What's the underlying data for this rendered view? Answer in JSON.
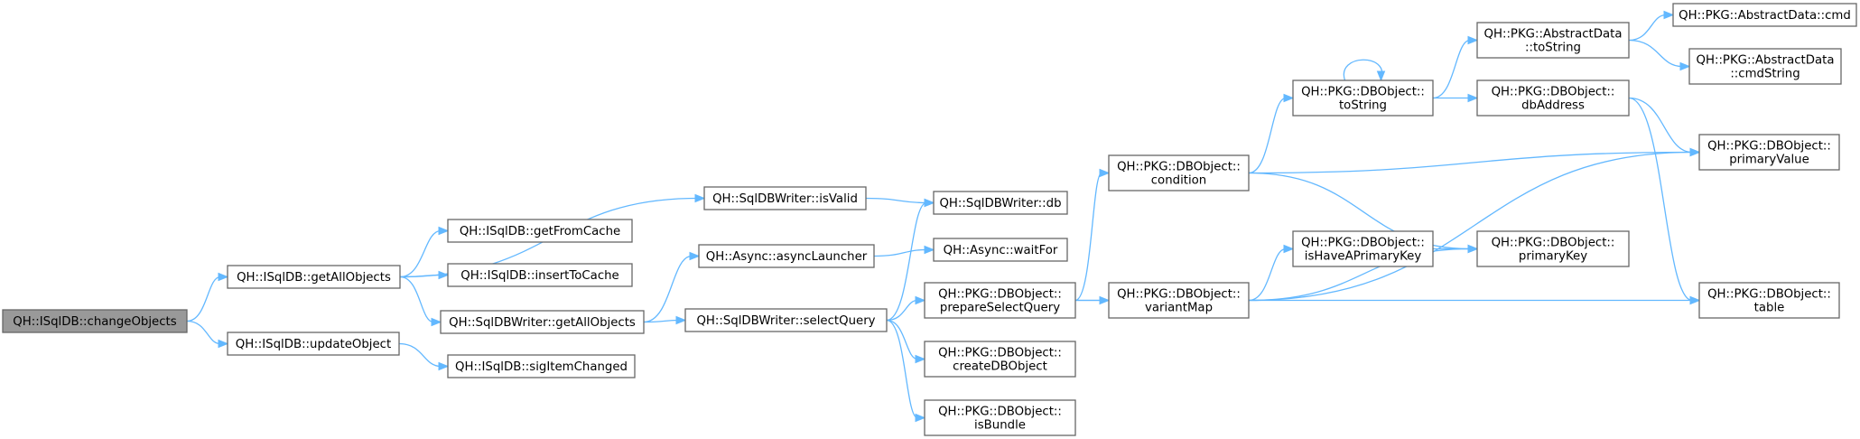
{
  "diagram": {
    "type": "call-graph",
    "colors": {
      "edge": "#63b8ff",
      "node_border": "#666666",
      "root_fill": "#999999",
      "node_fill": "#ffffff"
    },
    "nodes": [
      {
        "id": "changeObjects",
        "lines": [
          "QH::ISqlDB::changeObjects"
        ],
        "root": true
      },
      {
        "id": "getAllObjectsDB",
        "lines": [
          "QH::ISqlDB::getAllObjects"
        ]
      },
      {
        "id": "updateObject",
        "lines": [
          "QH::ISqlDB::updateObject"
        ]
      },
      {
        "id": "isValid",
        "lines": [
          "QH::SqlDBWriter::isValid"
        ]
      },
      {
        "id": "getFromCache",
        "lines": [
          "QH::ISqlDB::getFromCache"
        ]
      },
      {
        "id": "insertToCache",
        "lines": [
          "QH::ISqlDB::insertToCache"
        ]
      },
      {
        "id": "getAllObjectsWriter",
        "lines": [
          "QH::SqlDBWriter::getAllObjects"
        ]
      },
      {
        "id": "sigItemChanged",
        "lines": [
          "QH::ISqlDB::sigItemChanged"
        ]
      },
      {
        "id": "db",
        "lines": [
          "QH::SqlDBWriter::db"
        ]
      },
      {
        "id": "asyncLauncher",
        "lines": [
          "QH::Async::asyncLauncher"
        ]
      },
      {
        "id": "selectQuery",
        "lines": [
          "QH::SqlDBWriter::selectQuery"
        ]
      },
      {
        "id": "waitFor",
        "lines": [
          "QH::Async::waitFor"
        ]
      },
      {
        "id": "prepareSelectQuery",
        "lines": [
          "QH::PKG::DBObject::",
          "prepareSelectQuery"
        ]
      },
      {
        "id": "createDBObject",
        "lines": [
          "QH::PKG::DBObject::",
          "createDBObject"
        ]
      },
      {
        "id": "isBundle",
        "lines": [
          "QH::PKG::DBObject::",
          "isBundle"
        ]
      },
      {
        "id": "condition",
        "lines": [
          "QH::PKG::DBObject::",
          "condition"
        ]
      },
      {
        "id": "variantMap",
        "lines": [
          "QH::PKG::DBObject::",
          "variantMap"
        ]
      },
      {
        "id": "toString",
        "lines": [
          "QH::PKG::DBObject::",
          "toString"
        ]
      },
      {
        "id": "isHaveAPrimaryKey",
        "lines": [
          "QH::PKG::DBObject::",
          "isHaveAPrimaryKey"
        ]
      },
      {
        "id": "adToString",
        "lines": [
          "QH::PKG::AbstractData",
          "::toString"
        ]
      },
      {
        "id": "dbAddress",
        "lines": [
          "QH::PKG::DBObject::",
          "dbAddress"
        ]
      },
      {
        "id": "primaryKey",
        "lines": [
          "QH::PKG::DBObject::",
          "primaryKey"
        ]
      },
      {
        "id": "cmd",
        "lines": [
          "QH::PKG::AbstractData::cmd"
        ]
      },
      {
        "id": "cmdString",
        "lines": [
          "QH::PKG::AbstractData",
          "::cmdString"
        ]
      },
      {
        "id": "primaryValue",
        "lines": [
          "QH::PKG::DBObject::",
          "primaryValue"
        ]
      },
      {
        "id": "table",
        "lines": [
          "QH::PKG::DBObject::",
          "table"
        ]
      }
    ],
    "edges": [
      [
        "changeObjects",
        "getAllObjectsDB"
      ],
      [
        "changeObjects",
        "updateObject"
      ],
      [
        "getAllObjectsDB",
        "isValid"
      ],
      [
        "getAllObjectsDB",
        "getFromCache"
      ],
      [
        "getAllObjectsDB",
        "insertToCache"
      ],
      [
        "getAllObjectsDB",
        "getAllObjectsWriter"
      ],
      [
        "updateObject",
        "sigItemChanged"
      ],
      [
        "isValid",
        "db"
      ],
      [
        "getAllObjectsWriter",
        "asyncLauncher"
      ],
      [
        "getAllObjectsWriter",
        "selectQuery"
      ],
      [
        "asyncLauncher",
        "waitFor"
      ],
      [
        "selectQuery",
        "db"
      ],
      [
        "selectQuery",
        "prepareSelectQuery"
      ],
      [
        "selectQuery",
        "createDBObject"
      ],
      [
        "selectQuery",
        "isBundle"
      ],
      [
        "prepareSelectQuery",
        "condition"
      ],
      [
        "prepareSelectQuery",
        "variantMap"
      ],
      [
        "prepareSelectQuery",
        "table"
      ],
      [
        "condition",
        "toString"
      ],
      [
        "condition",
        "primaryValue"
      ],
      [
        "condition",
        "primaryKey"
      ],
      [
        "variantMap",
        "isHaveAPrimaryKey"
      ],
      [
        "variantMap",
        "primaryKey"
      ],
      [
        "variantMap",
        "primaryValue"
      ],
      [
        "isHaveAPrimaryKey",
        "primaryKey"
      ],
      [
        "toString",
        "toString"
      ],
      [
        "toString",
        "adToString"
      ],
      [
        "toString",
        "dbAddress"
      ],
      [
        "adToString",
        "cmd"
      ],
      [
        "adToString",
        "cmdString"
      ],
      [
        "dbAddress",
        "primaryValue"
      ],
      [
        "dbAddress",
        "table"
      ]
    ]
  }
}
